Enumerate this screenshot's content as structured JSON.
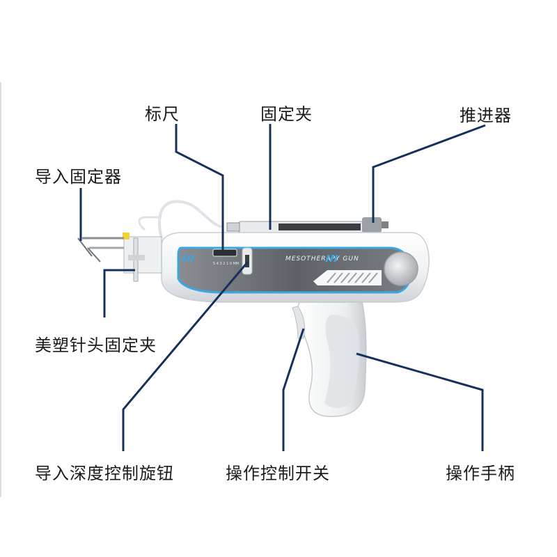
{
  "labels": {
    "ruler": "标尺",
    "fixing_clip": "固定夹",
    "pusher": "推进器",
    "import_holder": "导入固定器",
    "needle_clip": "美塑针头固定夹",
    "depth_knob": "导入深度控制旋钮",
    "control_switch": "操作控制开关",
    "handle": "操作手柄"
  },
  "device": {
    "brand_text": "MESOTHERAPY GUN",
    "scale_text": "5 4 3 2 1 0 MM"
  },
  "colors": {
    "leader_line": "#16305c",
    "accent_blue": "#3aa7e0",
    "body_white": "#f4f5f6",
    "panel_gray": "#6b6f73"
  }
}
